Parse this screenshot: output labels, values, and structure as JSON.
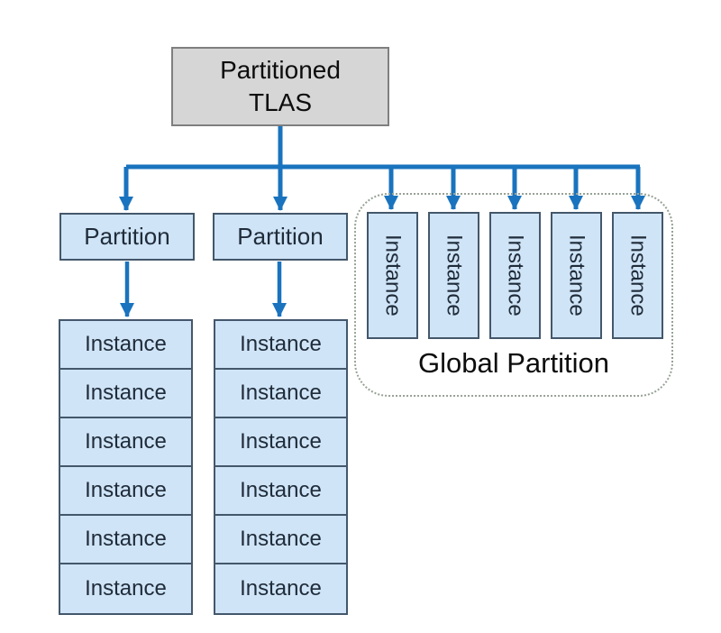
{
  "colors": {
    "canvas-bg": "#ffffff",
    "arrow": "#1a73be",
    "box-fill": "#cfe4f7",
    "box-border": "#44576b",
    "root-fill": "#d6d6d6",
    "root-border": "#7f7f7f",
    "group-border": "#96a296",
    "text": "#111111"
  },
  "root": {
    "label": "Partitioned TLAS"
  },
  "partitions": [
    {
      "label": "Partition",
      "instances": [
        "Instance",
        "Instance",
        "Instance",
        "Instance",
        "Instance",
        "Instance"
      ]
    },
    {
      "label": "Partition",
      "instances": [
        "Instance",
        "Instance",
        "Instance",
        "Instance",
        "Instance",
        "Instance"
      ]
    }
  ],
  "global_partition": {
    "label": "Global Partition",
    "instances": [
      "Instance",
      "Instance",
      "Instance",
      "Instance",
      "Instance"
    ]
  }
}
